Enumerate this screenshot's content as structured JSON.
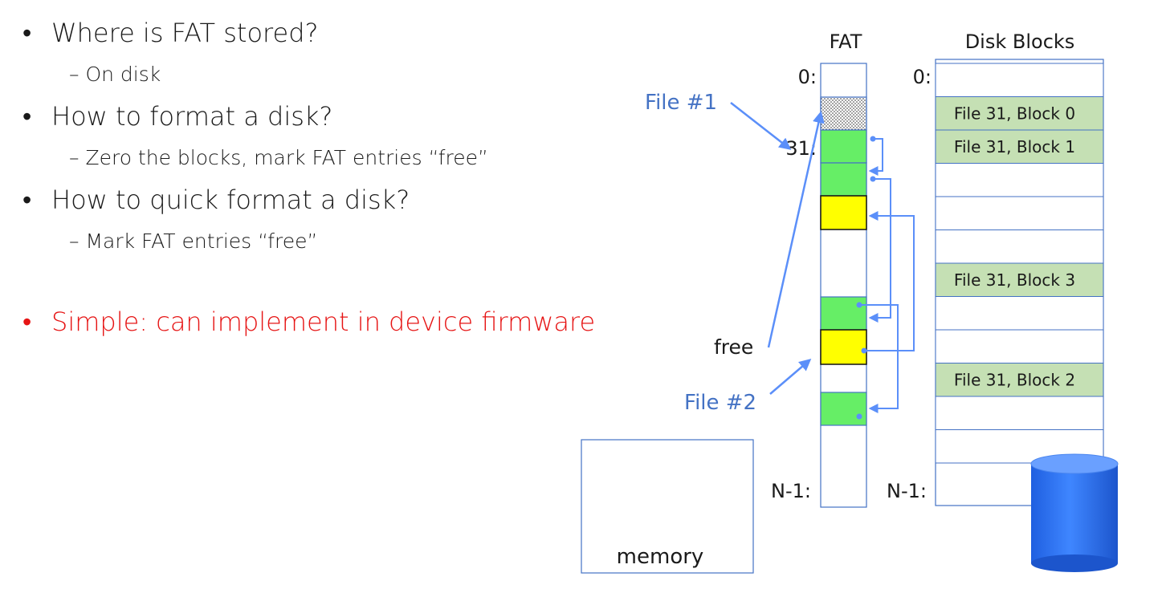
{
  "bullets": [
    {
      "bullet": "•",
      "text": "Where is FAT stored?",
      "sub": {
        "dash": "–",
        "text": "On disk"
      }
    },
    {
      "bullet": "•",
      "text": "How to format a disk?",
      "sub": {
        "dash": "–",
        "text": "Zero the blocks, mark FAT entries “free”"
      }
    },
    {
      "bullet": "•",
      "text": "How to quick format a disk?",
      "sub": {
        "dash": "–",
        "text": "Mark FAT entries “free”"
      }
    },
    {
      "bullet": "•",
      "text": "Simple: can implement in device firmware",
      "highlight": true
    }
  ],
  "diagram": {
    "fat_title": "FAT",
    "disk_title": "Disk Blocks",
    "fat_index_0": "0:",
    "fat_index_31": "31:",
    "fat_index_last": "N-1:",
    "disk_index_0": "0:",
    "disk_index_last": "N-1:",
    "file1_label": "File #1",
    "file2_label": "File #2",
    "free_label": "free",
    "memory_label": "memory",
    "disk_blocks": [
      "",
      "File 31, Block 0",
      "File 31, Block 1",
      "",
      "",
      "",
      "File 31, Block 3",
      "",
      "",
      "File 31, Block 2",
      "",
      ""
    ],
    "colors": {
      "file31": "#66ee66",
      "file2": "#ffff00",
      "disk_used": "#c5e0b4",
      "border": "#4472c4",
      "arrow": "#5b8ff9",
      "label_blue": "#4472c4",
      "disk_top": "#6aa0ff",
      "disk_body": "#2c6ff0"
    }
  }
}
